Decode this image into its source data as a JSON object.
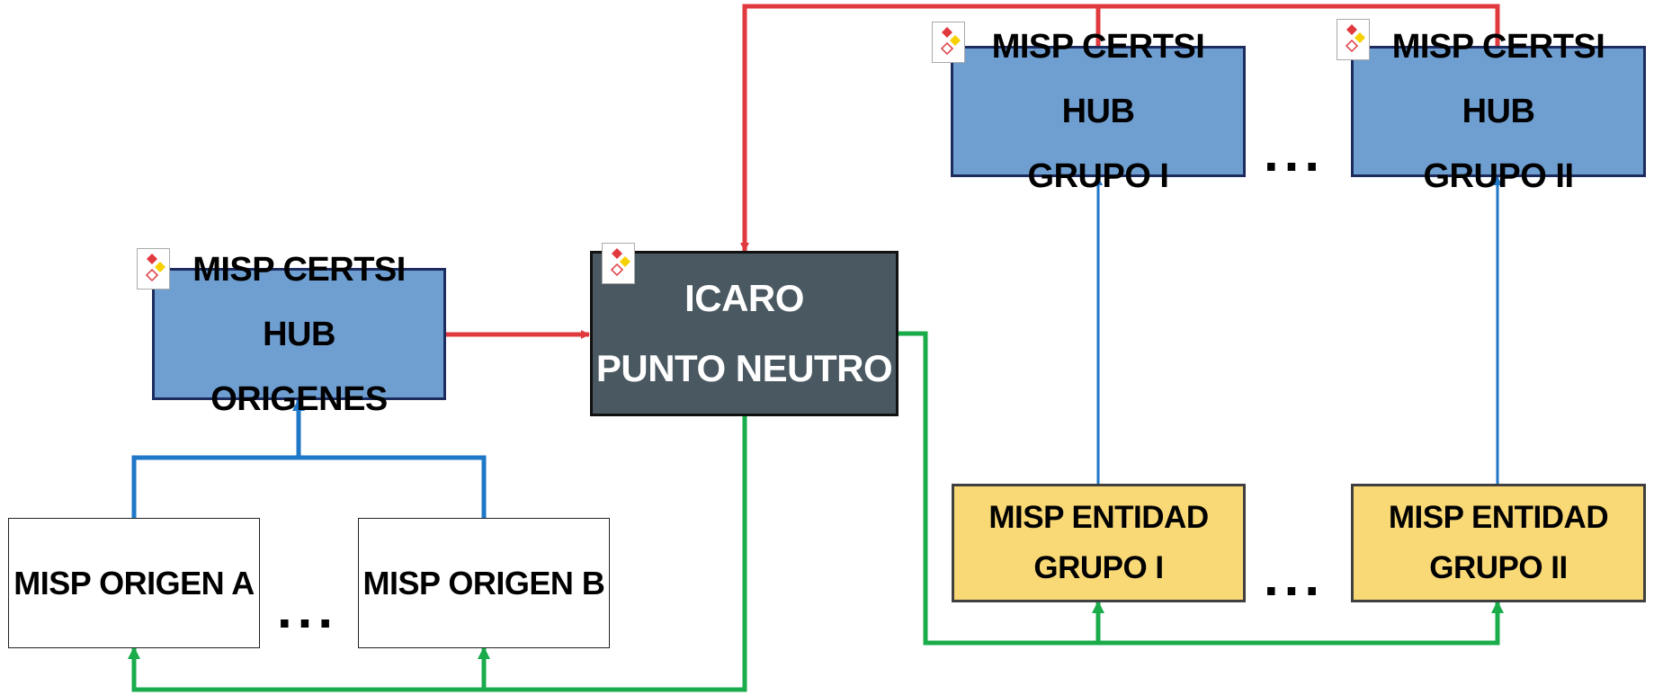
{
  "hubs": {
    "origins": {
      "line1": "MISP CERTSI HUB",
      "line2": "ORIGENES"
    },
    "group1": {
      "line1": "MISP CERTSI HUB",
      "line2": "GRUPO I"
    },
    "group2": {
      "line1": "MISP CERTSI HUB",
      "line2": "GRUPO II"
    }
  },
  "neutral_point": {
    "line1": "ICARO",
    "line2": "PUNTO NEUTRO"
  },
  "origins": [
    {
      "label": "MISP ORIGEN A"
    },
    {
      "label": "MISP ORIGEN B"
    }
  ],
  "entities": {
    "group1": {
      "line1": "MISP ENTIDAD",
      "line2": "GRUPO I"
    },
    "group2": {
      "line1": "MISP ENTIDAD",
      "line2": "GRUPO II"
    }
  },
  "ellipsis": "...",
  "colors": {
    "red_link": "#e0393e",
    "blue_link": "#1f77c8",
    "green_link": "#1aab4b",
    "hub_fill": "#6f9fd1",
    "neutral_fill": "#4a5861",
    "entity_fill": "#f9d976"
  },
  "icons": {
    "hub_logo": "misp-diamond-logo-icon"
  }
}
